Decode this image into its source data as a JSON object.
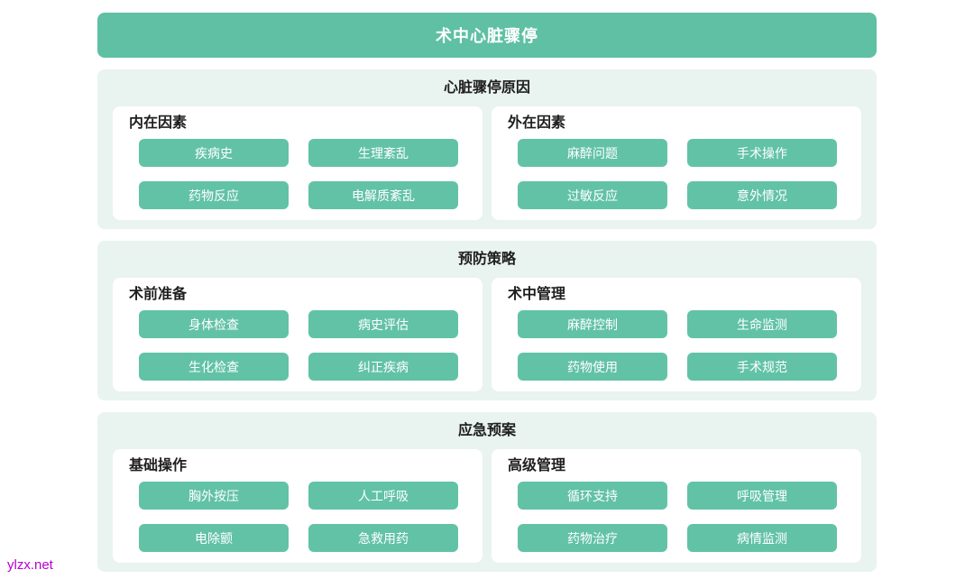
{
  "page": {
    "title": "术中心脏骤停",
    "watermark": "ylzx.net"
  },
  "colors": {
    "accent": "#5fc0a3",
    "tag_background": "#62c2a6",
    "section_background": "#e9f3ef",
    "heading_text": "#1e1e1e",
    "watermark_text": "#b800cc"
  },
  "sections": [
    {
      "title": "心脏骤停原因",
      "groups": [
        {
          "heading": "内在因素",
          "items": [
            "疾病史",
            "生理紊乱",
            "药物反应",
            "电解质紊乱"
          ]
        },
        {
          "heading": "外在因素",
          "items": [
            "麻醉问题",
            "手术操作",
            "过敏反应",
            "意外情况"
          ]
        }
      ]
    },
    {
      "title": "预防策略",
      "groups": [
        {
          "heading": "术前准备",
          "items": [
            "身体检查",
            "病史评估",
            "生化检查",
            "纠正疾病"
          ]
        },
        {
          "heading": "术中管理",
          "items": [
            "麻醉控制",
            "生命监测",
            "药物使用",
            "手术规范"
          ]
        }
      ]
    },
    {
      "title": "应急预案",
      "groups": [
        {
          "heading": "基础操作",
          "items": [
            "胸外按压",
            "人工呼吸",
            "电除颤",
            "急救用药"
          ]
        },
        {
          "heading": "高级管理",
          "items": [
            "循环支持",
            "呼吸管理",
            "药物治疗",
            "病情监测"
          ]
        }
      ]
    }
  ]
}
